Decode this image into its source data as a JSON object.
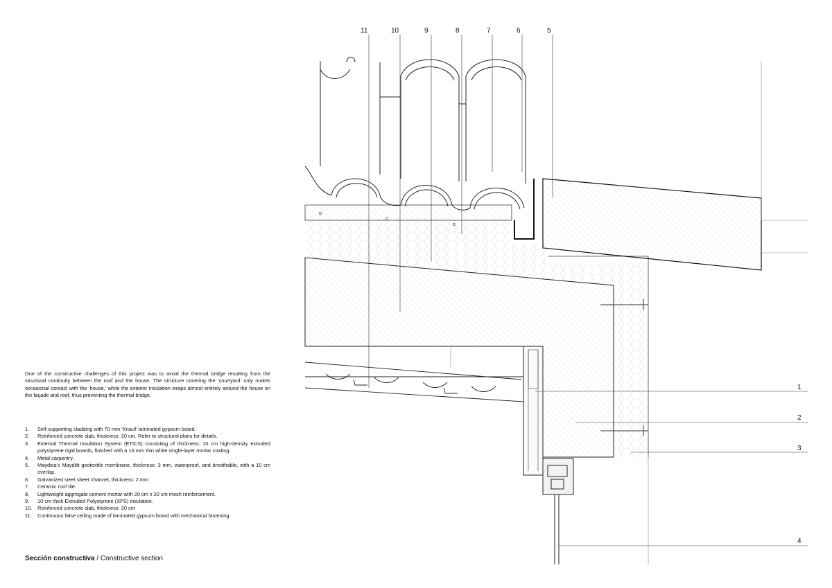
{
  "intro_text": "One of the constructive challenges of this project was to avoid the thermal bridge resulting from the structural continuity between the roof and the house. The structure covering the ‘courtyard’ only makes occasional contact with the ‘house,’ while the exterior insulation wraps almost entirely around the house on the façade and roof, thus preventing the thermal bridge.",
  "legend": [
    {
      "num": "1.",
      "text": "Self-supporting cladding with 70 mm ‘Knauf’ laminated gypsum board."
    },
    {
      "num": "2.",
      "text": "Reinforced concrete slab, thickness: 20 cm. Refer to structural plans for details."
    },
    {
      "num": "3.",
      "text": "External Thermal Insulation System (ETICS) consisting of thickness: 10 cm high-density extruded polystyrene rigid boards, finished with a 16 mm thin white single-layer mortar coating."
    },
    {
      "num": "4.",
      "text": "Metal carpentry."
    },
    {
      "num": "5.",
      "text": "Maydisa’s Maydilit geotextile membrane, thickness: 3 mm, waterproof, and breathable, with a 10 cm overlap."
    },
    {
      "num": "6.",
      "text": "Galvanized steel sheet channel, thickness: 2 mm"
    },
    {
      "num": "7.",
      "text": "Ceramic roof tile."
    },
    {
      "num": "8.",
      "text": "Lightweight aggregate cement mortar with 20 cm x 20 cm mesh reinforcement."
    },
    {
      "num": "9.",
      "text": "10 cm thick Extruded Polystyrene (XPS) insulation."
    },
    {
      "num": "10.",
      "text": "Reinforced concrete slab, thickness: 20 cm"
    },
    {
      "num": "11.",
      "text": "Continuous false ceiling made of laminated gypsum board with mechanical fastening."
    }
  ],
  "caption": {
    "bold": "Sección constructiva",
    "rest": " / Constructive section"
  },
  "callouts": {
    "top": [
      "11",
      "10",
      "9",
      "8",
      "7",
      "6",
      "5"
    ],
    "right": [
      "1",
      "2",
      "3",
      "4"
    ]
  }
}
